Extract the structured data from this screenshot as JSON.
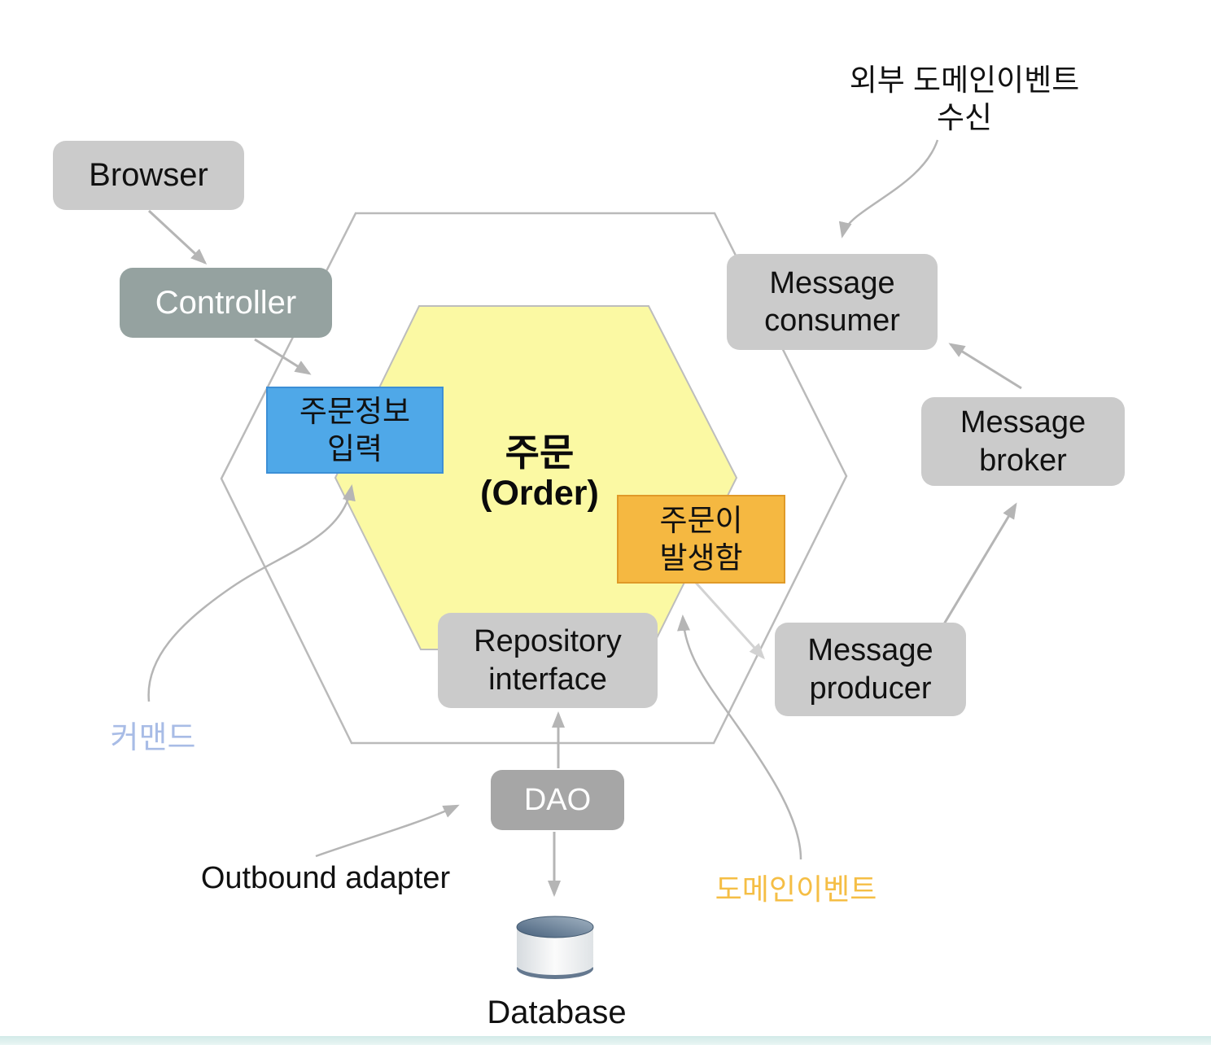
{
  "nodes": {
    "browser": {
      "label": "Browser"
    },
    "controller": {
      "label": "Controller"
    },
    "order_input": {
      "label": "주문정보\n입력"
    },
    "order_core": {
      "line1": "주문",
      "line2": "(Order)"
    },
    "order_event": {
      "label": "주문이\n발생함"
    },
    "repository": {
      "label": "Repository\ninterface"
    },
    "dao": {
      "label": "DAO"
    },
    "message_consumer": {
      "label": "Message\nconsumer"
    },
    "message_broker": {
      "label": "Message\nbroker"
    },
    "message_producer": {
      "label": "Message\nproducer"
    },
    "database": {
      "label": "Database"
    }
  },
  "annotations": {
    "external_event": {
      "label": "외부 도메인이벤트\n수신",
      "color": "#111111"
    },
    "command": {
      "label": "커맨드",
      "color": "#a8bce6"
    },
    "outbound_adapter": {
      "label": "Outbound adapter",
      "color": "#111111"
    },
    "domain_event": {
      "label": "도메인이벤트",
      "color": "#f5be45"
    }
  },
  "colors": {
    "hexagon_fill": "#fbf9a3",
    "hexagon_stroke": "#bdbdbd",
    "outer_hexagon_stroke": "#bababa",
    "adapter_box_gray": "#cbcbcb",
    "controller_fill": "#95a2a0",
    "dao_fill": "#a6a6a6",
    "input_port_fill": "#4fa8e8",
    "input_port_border": "#3c8fd6",
    "event_fill": "#f5b841",
    "event_border": "#e09a28",
    "arrow_gray": "#b5b5b5",
    "arrow_light": "#d2d2d2",
    "footer_teal": "#d2eae8"
  }
}
